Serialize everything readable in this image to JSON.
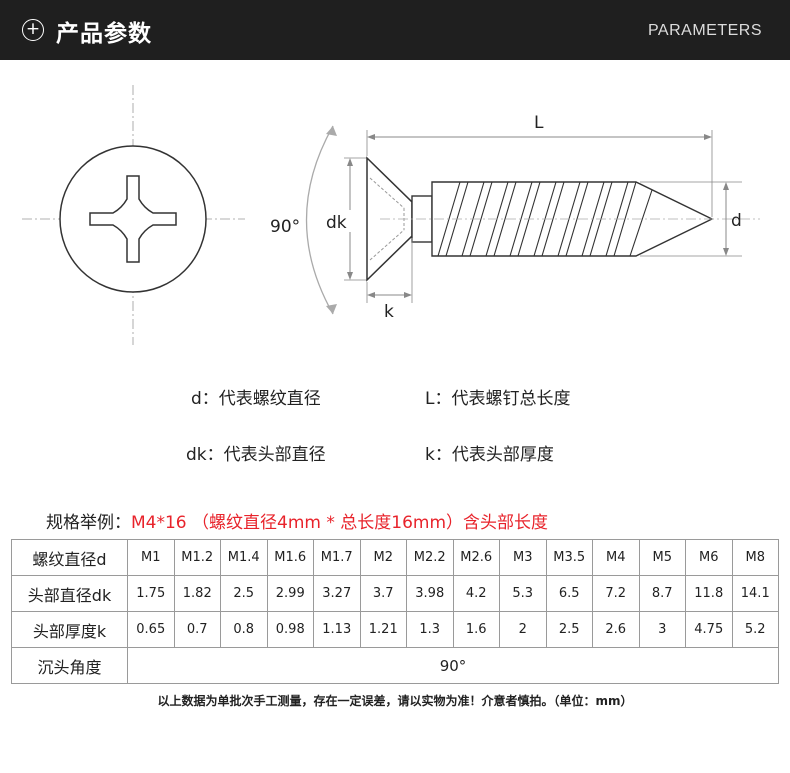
{
  "header": {
    "icon": "plus-circle-icon",
    "title": "产品参数",
    "subtitle": "PARAMETERS"
  },
  "diagram": {
    "label_L": "L",
    "label_d": "d",
    "label_dk": "dk",
    "label_k": "k",
    "label_angle": "90°"
  },
  "legend": {
    "d": "d：代表螺纹直径",
    "L": "L：代表螺钉总长度",
    "dk": "dk：代表头部直径",
    "k": "k：代表头部厚度"
  },
  "example": {
    "label": "规格举例：",
    "value": "M4*16 （螺纹直径4mm * 总长度16mm）含头部长度"
  },
  "table": {
    "row_headers": [
      "螺纹直径d",
      "头部直径dk",
      "头部厚度k",
      "沉头角度"
    ],
    "thread": [
      "M1",
      "M1.2",
      "M1.4",
      "M1.6",
      "M1.7",
      "M2",
      "M2.2",
      "M2.6",
      "M3",
      "M3.5",
      "M4",
      "M5",
      "M6",
      "M8"
    ],
    "head_diameter": [
      "1.75",
      "1.82",
      "2.5",
      "2.99",
      "3.27",
      "3.7",
      "3.98",
      "4.2",
      "5.3",
      "6.5",
      "7.2",
      "8.7",
      "11.8",
      "14.1"
    ],
    "head_thickness": [
      "0.65",
      "0.7",
      "0.8",
      "0.98",
      "1.13",
      "1.21",
      "1.3",
      "1.6",
      "2",
      "2.5",
      "2.6",
      "3",
      "4.75",
      "5.2"
    ],
    "angle": "90°"
  },
  "note": "以上数据为单批次手工测量，存在一定误差，请以实物为准！介意者慎拍。（单位：mm）"
}
